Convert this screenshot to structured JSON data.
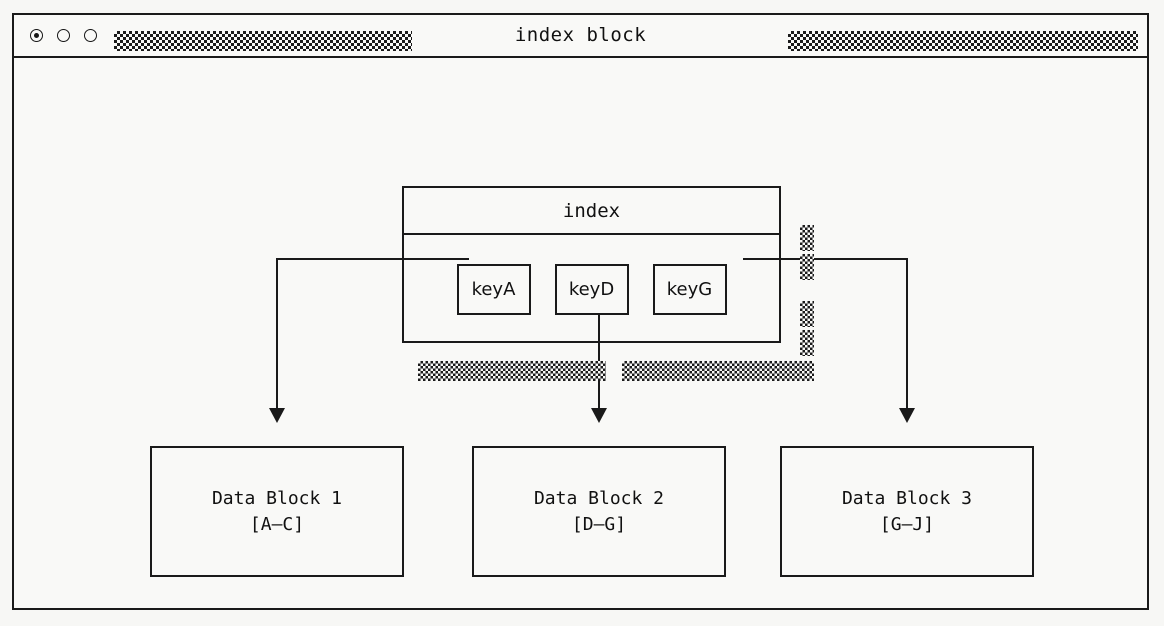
{
  "window": {
    "title": "index block",
    "controls": [
      {
        "name": "close-button",
        "state": "active"
      },
      {
        "name": "minimize-button",
        "state": "inactive"
      },
      {
        "name": "maximize-button",
        "state": "inactive"
      }
    ],
    "titlebar_texture_left": "dither-placeholder",
    "titlebar_texture_right": "dither-placeholder"
  },
  "diagram": {
    "type": "index-block-to-data-blocks",
    "index_block": {
      "header": "index",
      "keys": [
        {
          "label": "keyA",
          "target": "Data Block 1"
        },
        {
          "label": "keyD",
          "target": "Data Block 2"
        },
        {
          "label": "keyG",
          "target": "Data Block 3"
        }
      ],
      "texture_chips_right": 4,
      "texture_bars_below": 2
    },
    "data_blocks": [
      {
        "title": "Data Block 1",
        "range": "[A–C]"
      },
      {
        "title": "Data Block 2",
        "range": "[D–G]"
      },
      {
        "title": "Data Block 3",
        "range": "[G–J]"
      }
    ]
  },
  "colors": {
    "page_background": "#f7f7f5",
    "window_background": "#f9f9f7",
    "stroke": "#1a1a1a",
    "text": "#111111",
    "texture": "#1b1b1b"
  }
}
